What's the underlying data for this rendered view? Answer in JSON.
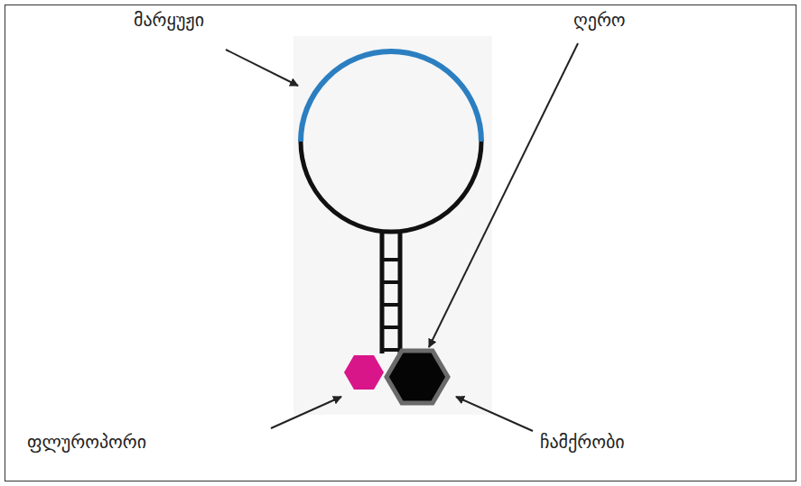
{
  "diagram": {
    "labels": [
      "მარყუჟი",
      "ღერო",
      "ფლუროპორი",
      "ჩამქრობი"
    ]
  }
}
